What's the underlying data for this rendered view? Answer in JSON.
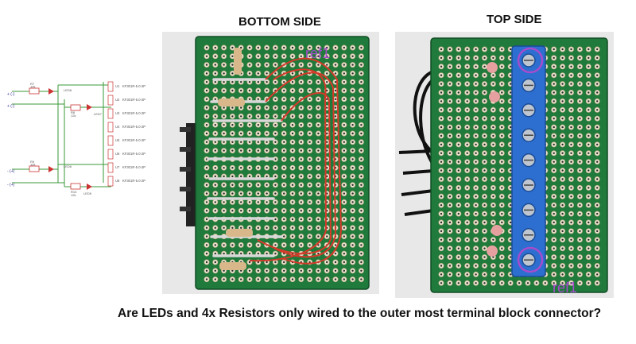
{
  "headings": {
    "bottom_side": "BOTTOM SIDE",
    "top_side": "TOP SIDE"
  },
  "question": "Are LEDs and 4x Resistors only wired to the outer most terminal block connector?",
  "annotations": {
    "bottom_marker": "ref1",
    "top_marker": "ref1"
  },
  "schematic": {
    "net_labels": [
      "+ (-)",
      "+ (-)",
      "- (+)",
      "- (+)"
    ],
    "components": [
      {
        "ref": "R7",
        "value": "12k"
      },
      {
        "ref": "R8",
        "value": "12k"
      },
      {
        "ref": "R9",
        "value": "12k"
      },
      {
        "ref": "R10",
        "value": "12k"
      },
      {
        "ref": "LED8"
      },
      {
        "ref": "LED7"
      },
      {
        "ref": "LED6"
      },
      {
        "ref": "LED5"
      }
    ],
    "connectors": [
      {
        "ref": "U1",
        "part": "KF301R-5.0-2P"
      },
      {
        "ref": "U2",
        "part": "KF301R-5.0-2P"
      },
      {
        "ref": "U3",
        "part": "KF301R-5.0-2P"
      },
      {
        "ref": "U4",
        "part": "KF301R-5.0-2P"
      },
      {
        "ref": "U5",
        "part": "KF301R-5.0-2P"
      },
      {
        "ref": "U6",
        "part": "KF301R-5.0-2P"
      },
      {
        "ref": "U7",
        "part": "KF301R-5.0-2P"
      },
      {
        "ref": "U8",
        "part": "KF301R-5.0-2P"
      }
    ]
  },
  "colors": {
    "pcb_green": "#1f7a3c",
    "terminal_blue": "#2d6fd0",
    "jumper_red": "#d43a2a",
    "marker_purple": "#a64ccc"
  }
}
